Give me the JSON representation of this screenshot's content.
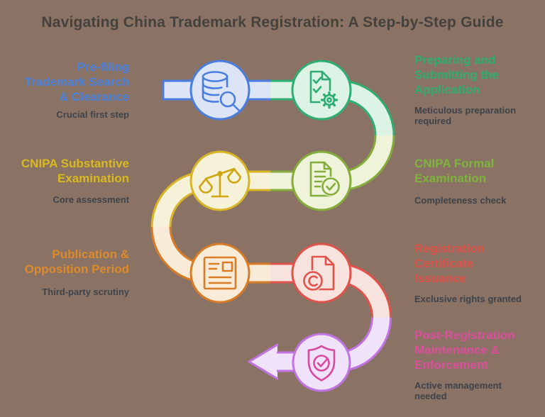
{
  "page": {
    "title": "Navigating China Trademark Registration: A Step-by-Step Guide",
    "background": "#8a7365",
    "title_color": "#45413c",
    "subtext_color": "#3e434b"
  },
  "steps": [
    {
      "title": "Pre-filing Trademark Search & Clearance",
      "subtitle": "Crucial first step",
      "icon": "database-search-icon",
      "text_color": "#4a82e0",
      "line_color": "#4a7de0",
      "fill_color": "#dce4f6",
      "icon_color": "#4a7de0"
    },
    {
      "title": "Preparing and Submitting the Application",
      "subtitle": "Meticulous preparation required",
      "icon": "document-checklist-gear-icon",
      "text_color": "#2fae74",
      "line_color": "#2fae74",
      "fill_color": "#dcf3e6",
      "icon_color": "#2fae74"
    },
    {
      "title": "CNIPA Formal Examination",
      "subtitle": "Completeness check",
      "icon": "document-check-icon",
      "text_color": "#7eb33c",
      "line_color": "#84ad3b",
      "fill_color": "#eef3da",
      "icon_color": "#84ad3b"
    },
    {
      "title": "CNIPA Substantive Examination",
      "subtitle": "Core assessment",
      "icon": "balance-scale-icon",
      "text_color": "#d8b91f",
      "line_color": "#d9b425",
      "fill_color": "#f6f1d9",
      "icon_color": "#cfa60e"
    },
    {
      "title": "Publication & Opposition Period",
      "subtitle": "Third-party scrutiny",
      "icon": "newspaper-icon",
      "text_color": "#de8a2b",
      "line_color": "#d97c26",
      "fill_color": "#f8ecd9",
      "icon_color": "#d97c26"
    },
    {
      "title": "Registration Certificate Issuance",
      "subtitle": "Exclusive rights granted",
      "icon": "copyright-document-icon",
      "text_color": "#e0524a",
      "line_color": "#e0524a",
      "fill_color": "#f8e2de",
      "icon_color": "#e0524a"
    },
    {
      "title": "Post-Registration Maintenance & Enforcement",
      "subtitle": "Active management needed",
      "icon": "shield-check-icon",
      "text_color": "#dc4f9d",
      "line_color": "#c273e3",
      "fill_color": "#f0e2f8",
      "icon_color": "#d84a9e"
    }
  ]
}
